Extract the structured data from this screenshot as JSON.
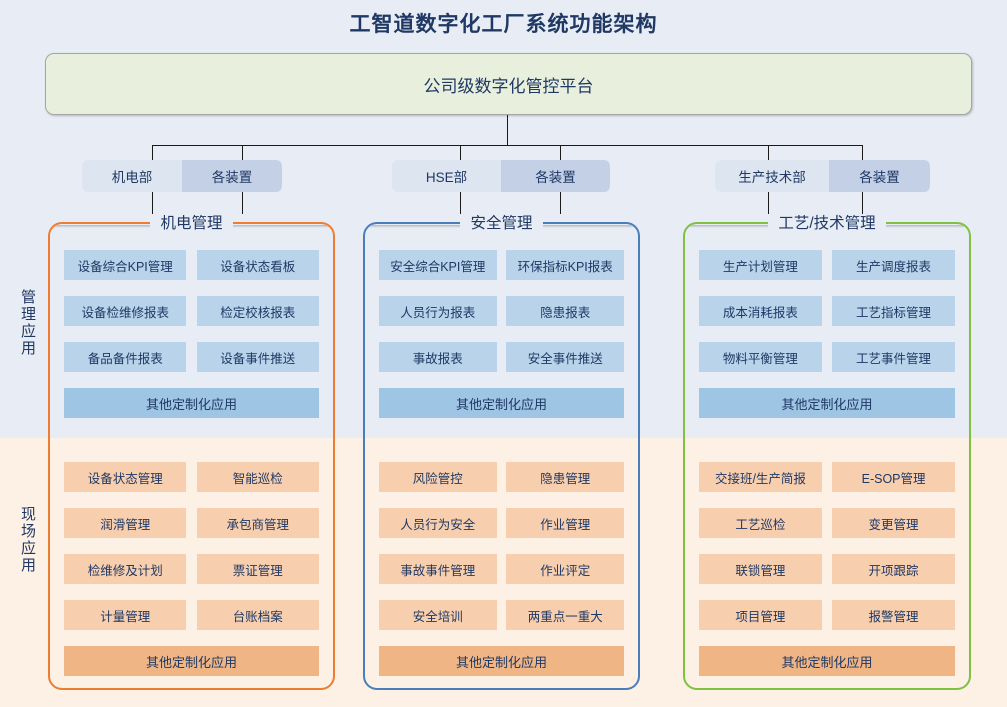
{
  "title": "工智道数字化工厂系统功能架构",
  "platform": {
    "label": "公司级数字化管控平台"
  },
  "zones": {
    "management": "管理应用",
    "field": "现场应用"
  },
  "departments": [
    {
      "name": "机电部",
      "unit": "各装置"
    },
    {
      "name": "HSE部",
      "unit": "各装置"
    },
    {
      "name": "生产技术部",
      "unit": "各装置"
    }
  ],
  "colors": {
    "accent_orange": "#ed7d31",
    "accent_blue": "#4a7ebb",
    "accent_green": "#7fc241",
    "tile_blue": "#b8d3ea",
    "tile_blue_wide": "#9ec5e3",
    "tile_peach": "#f8cfae",
    "tile_peach_wide": "#f0b584",
    "platform_green": "#e9efdd",
    "band_management": "#e8edf5",
    "band_field": "#fdf1e6",
    "text_navy": "#1f3864"
  },
  "groups": [
    {
      "title": "机电管理",
      "accent": "#ed7d31",
      "management": [
        "设备综合KPI管理",
        "设备状态看板",
        "设备检维修报表",
        "检定校核报表",
        "备品备件报表",
        "设备事件推送"
      ],
      "management_wide": "其他定制化应用",
      "field": [
        "设备状态管理",
        "智能巡检",
        "润滑管理",
        "承包商管理",
        "检维修及计划",
        "票证管理",
        "计量管理",
        "台账档案"
      ],
      "field_wide": "其他定制化应用"
    },
    {
      "title": "安全管理",
      "accent": "#4a7ebb",
      "management": [
        "安全综合KPI管理",
        "环保指标KPI报表",
        "人员行为报表",
        "隐患报表",
        "事故报表",
        "安全事件推送"
      ],
      "management_wide": "其他定制化应用",
      "field": [
        "风险管控",
        "隐患管理",
        "人员行为安全",
        "作业管理",
        "事故事件管理",
        "作业评定",
        "安全培训",
        "两重点一重大"
      ],
      "field_wide": "其他定制化应用"
    },
    {
      "title": "工艺/技术管理",
      "accent": "#7fc241",
      "management": [
        "生产计划管理",
        "生产调度报表",
        "成本消耗报表",
        "工艺指标管理",
        "物料平衡管理",
        "工艺事件管理"
      ],
      "management_wide": "其他定制化应用",
      "field": [
        "交接班/生产简报",
        "E-SOP管理",
        "工艺巡检",
        "变更管理",
        "联锁管理",
        "开项跟踪",
        "项目管理",
        "报警管理"
      ],
      "field_wide": "其他定制化应用"
    }
  ]
}
